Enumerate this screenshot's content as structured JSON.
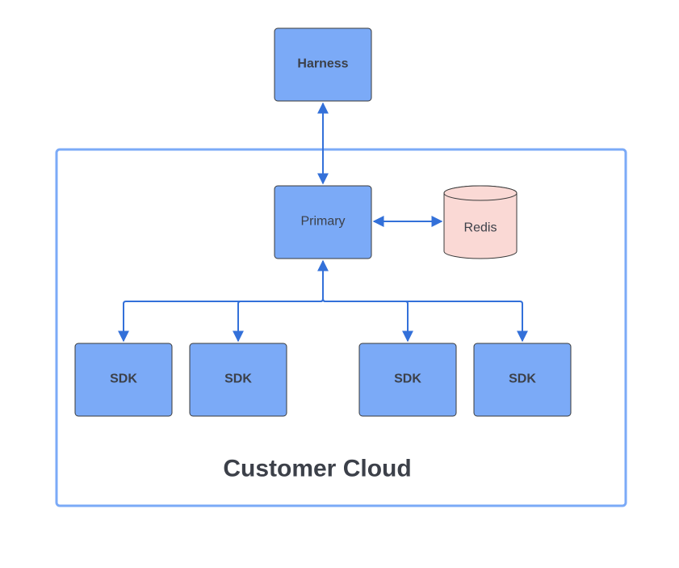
{
  "nodes": {
    "harness": "Harness",
    "primary": "Primary",
    "redis": "Redis",
    "sdk_1": "SDK",
    "sdk_2": "SDK",
    "sdk_3": "SDK",
    "sdk_4": "SDK"
  },
  "group": {
    "label": "Customer Cloud"
  },
  "colors": {
    "node_fill": "#7baaf7",
    "db_fill": "#fad9d5",
    "edge": "#3370d9",
    "frame": "#7baaf7",
    "text": "#3c4049"
  },
  "edges": [
    {
      "from": "harness",
      "to": "primary",
      "direction": "both"
    },
    {
      "from": "primary",
      "to": "redis",
      "direction": "both"
    },
    {
      "from": "primary",
      "to": "sdk_1",
      "direction": "both"
    },
    {
      "from": "primary",
      "to": "sdk_2",
      "direction": "both"
    },
    {
      "from": "primary",
      "to": "sdk_3",
      "direction": "both"
    },
    {
      "from": "primary",
      "to": "sdk_4",
      "direction": "both"
    }
  ]
}
